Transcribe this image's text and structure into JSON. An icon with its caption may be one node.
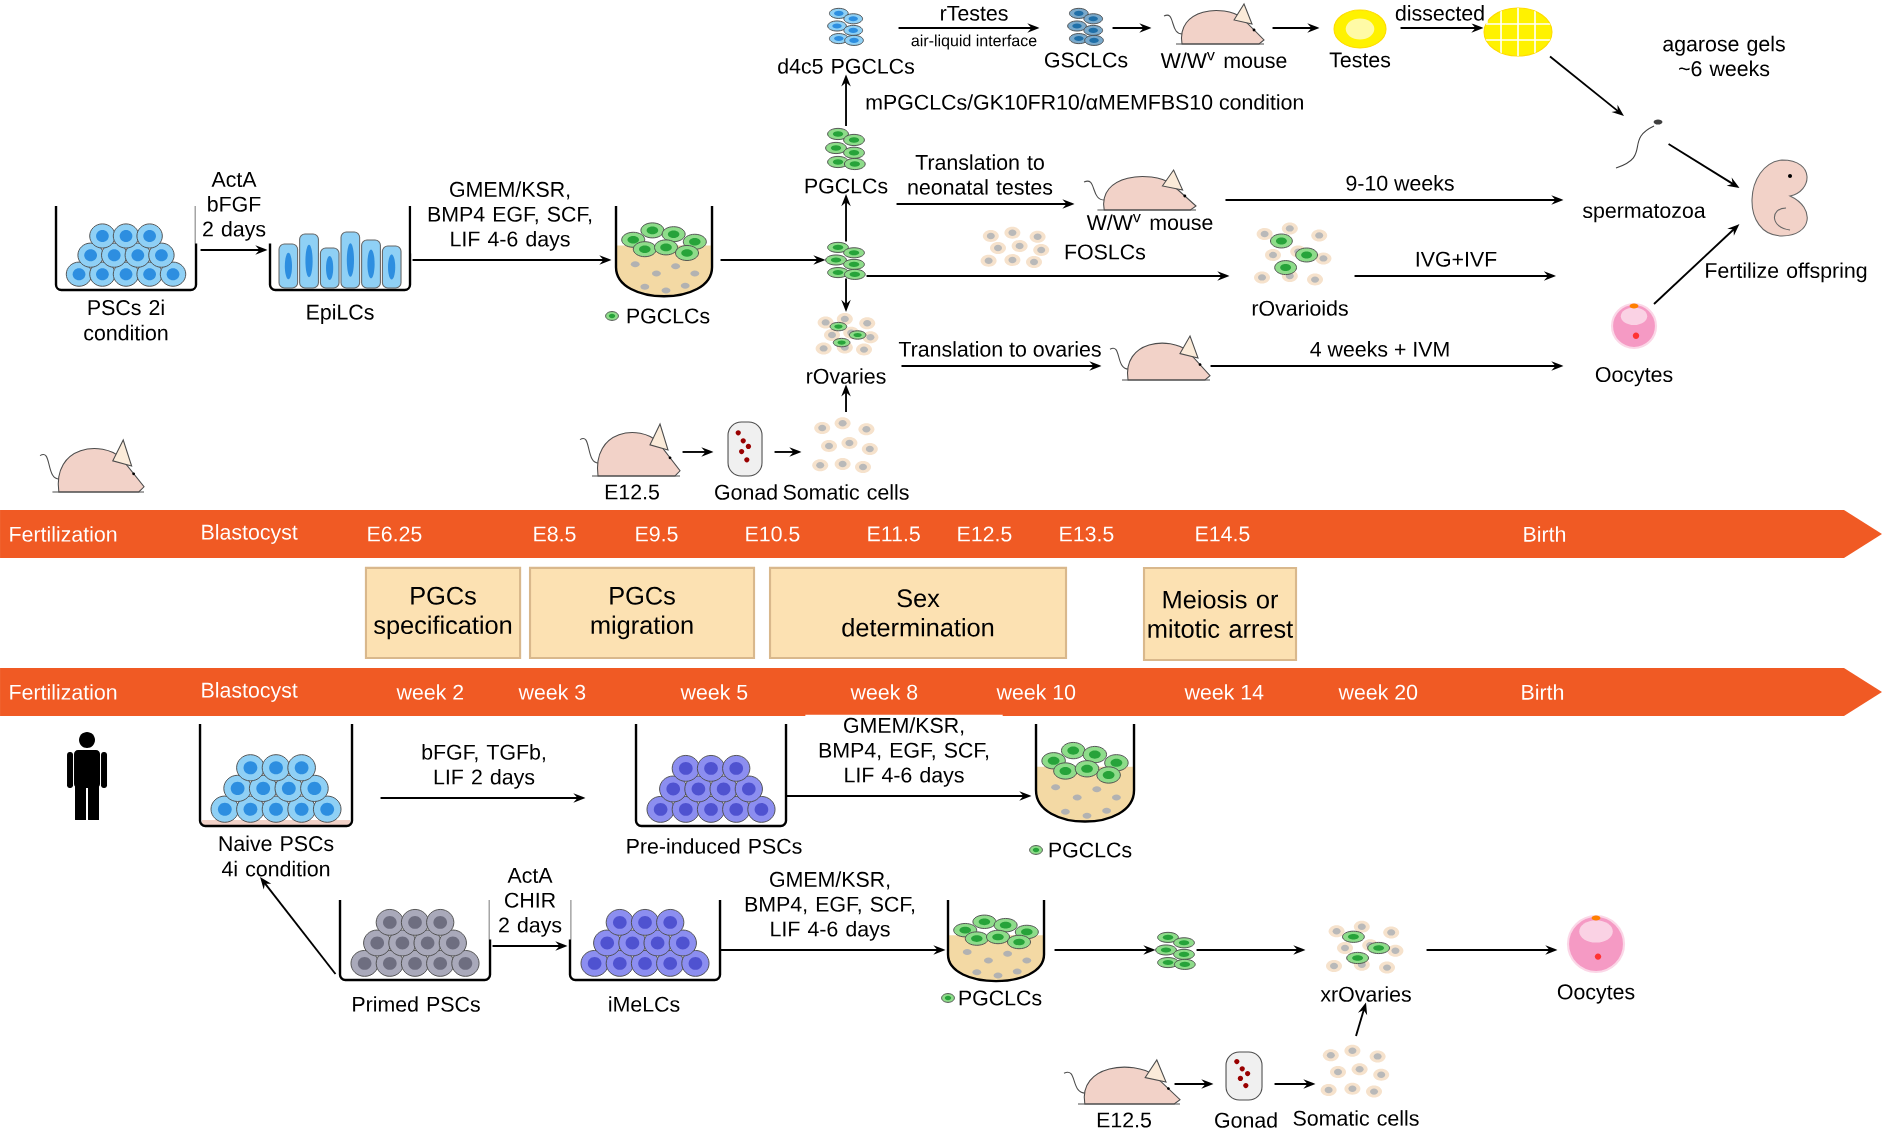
{
  "diagram": {
    "nodes": [
      {
        "text": [
          "PSCs 2i condition"
        ]
      },
      {
        "text": [
          "EpiLCs"
        ]
      },
      {
        "text": [
          "PGCLCs"
        ]
      },
      {
        "text": [],
        "shape": "picture"
      },
      {
        "text": [
          "PGCLCs"
        ]
      },
      {
        "text": [
          "d4c5 PGCLCs"
        ]
      },
      {
        "text": [
          "GSCLCs"
        ]
      },
      {
        "text": [
          "W/W$^{v}$ mouse"
        ]
      },
      {
        "text": [
          "Testes"
        ]
      },
      {
        "text": [],
        "shape": "picture"
      },
      {
        "text": [
          "rOvaries"
        ]
      },
      {
        "text": [
          "W/W$^{v}$ mouse"
        ]
      },
      {
        "text": [
          "FOSLCs"
        ]
      },
      {
        "text": [
          "rOvarioids"
        ]
      },
      {
        "text": [
          "spermatozoa"
        ]
      },
      {
        "text": [
          "Oocytes"
        ]
      },
      {
        "text": [
          "Fertilize offspring"
        ]
      },
      {
        "text": [],
        "shape": "picture"
      },
      {
        "text": [
          "E12.5"
        ]
      },
      {
        "text": [
          "Gonad"
        ]
      },
      {
        "text": [
          "Somatic cells"
        ]
      },
      {
        "text": [
          "Fertilization",
          "Blastocyst",
          "E6.25",
          "E8.5",
          "E9.5",
          "E10.5",
          "E11.5",
          "E12.5",
          "E13.5",
          "E14.5",
          "Birth"
        ]
      },
      {
        "text": [
          "PGCs specification"
        ]
      },
      {
        "text": [
          "PGCs migration"
        ]
      },
      {
        "text": [
          "Sex determination"
        ]
      },
      {
        "text": [
          "Meiosis or mitotic arrest"
        ]
      },
      {
        "text": [
          "Fertilization",
          "Blastocyst",
          "week 2",
          "week 3",
          "week 5",
          "week 8",
          "week 10",
          "week 14",
          "week 20",
          "Birth"
        ]
      },
      {
        "text": [
          "Naive PSCs 4i condition"
        ]
      },
      {
        "text": [
          "Pre-induced PSCs"
        ]
      },
      {
        "text": [
          "PGCLCs"
        ]
      },
      {
        "text": [
          "Primed PSCs"
        ]
      },
      {
        "text": [
          "iMeLCs"
        ]
      },
      {
        "text": [
          "PGCLCs"
        ]
      },
      {
        "text": [],
        "shape": "picture"
      },
      {
        "text": [
          "xrOvaries"
        ]
      },
      {
        "text": [
          "Oocytes"
        ]
      },
      {
        "text": [
          "E12.5"
        ]
      },
      {
        "text": [
          "Gonad"
        ]
      },
      {
        "text": [
          "Somatic cells"
        ]
      }
    ],
    "edges": [
      {
        "from": 0,
        "to": 1,
        "arrow": "to",
        "label": "ActA bFGF 2 days"
      },
      {
        "from": 1,
        "to": 2,
        "arrow": "to",
        "label": "GMEM/KSR, BMP4 EGF, SCF, LIF 4-6 days"
      },
      {
        "from": 2,
        "to": 3,
        "arrow": "to"
      },
      {
        "from": 3,
        "to": 4,
        "arrow": "to"
      },
      {
        "from": 4,
        "to": 5,
        "arrow": "to",
        "label": "mPGCLCs/GK10FR10/αMEMFBS10 condition"
      },
      {
        "from": 3,
        "to": 10,
        "arrow": "to"
      },
      {
        "from": 20,
        "to": 10,
        "arrow": "to"
      },
      {
        "from": 18,
        "to": 19,
        "arrow": "to"
      },
      {
        "from": 19,
        "to": 20,
        "arrow": "to"
      },
      {
        "from": 5,
        "to": 6,
        "arrow": "to",
        "label": "rTestes"
      },
      {
        "from": 6,
        "to": 7,
        "arrow": "to"
      },
      {
        "from": 7,
        "to": 8,
        "arrow": "to"
      },
      {
        "from": 8,
        "to": 9,
        "arrow": "to",
        "label": "dissected"
      },
      {
        "from": 9,
        "to": 14,
        "arrow": "to",
        "label": "agarose gels ~6 weeks"
      },
      {
        "from": 14,
        "to": 16,
        "arrow": "to"
      },
      {
        "from": 15,
        "to": 16,
        "arrow": "to"
      },
      {
        "from": 4,
        "to": 11,
        "arrow": "to",
        "label": "Translation to neonatal testes"
      },
      {
        "from": 11,
        "to": 14,
        "arrow": "to",
        "label": "9-10 weeks"
      },
      {
        "from": 3,
        "to": 13,
        "arrow": "to"
      },
      {
        "from": 13,
        "to": null,
        "arrow": "to",
        "label": "IVG+IVF"
      },
      {
        "from": 10,
        "to": 17,
        "arrow": "to",
        "label": "Translation to ovaries"
      },
      {
        "from": 17,
        "to": 15,
        "arrow": "to",
        "label": "4 weeks + IVM"
      },
      {
        "from": 27,
        "to": 28,
        "arrow": "to",
        "label": "bFGF, TGFb, LIF 2 days"
      },
      {
        "from": 28,
        "to": 29,
        "arrow": "to",
        "label": "GMEM/KSR, BMP4, EGF, SCF, LIF 4-6 days"
      },
      {
        "from": 30,
        "to": 27,
        "arrow": "to"
      },
      {
        "from": 30,
        "to": 31,
        "arrow": "to",
        "label": "ActA CHIR 2 days"
      },
      {
        "from": 31,
        "to": 32,
        "arrow": "to",
        "label": "GMEM/KSR, BMP4, EGF, SCF, LIF 4-6 days"
      },
      {
        "from": 32,
        "to": 33,
        "arrow": "to"
      },
      {
        "from": 33,
        "to": 34,
        "arrow": "to"
      },
      {
        "from": 34,
        "to": 35,
        "arrow": "to"
      },
      {
        "from": 36,
        "to": 37,
        "arrow": "to"
      },
      {
        "from": 37,
        "to": 38,
        "arrow": "to"
      },
      {
        "from": 38,
        "to": 34,
        "arrow": "to"
      }
    ],
    "labels": [
      "air-liquid interface"
    ]
  }
}
